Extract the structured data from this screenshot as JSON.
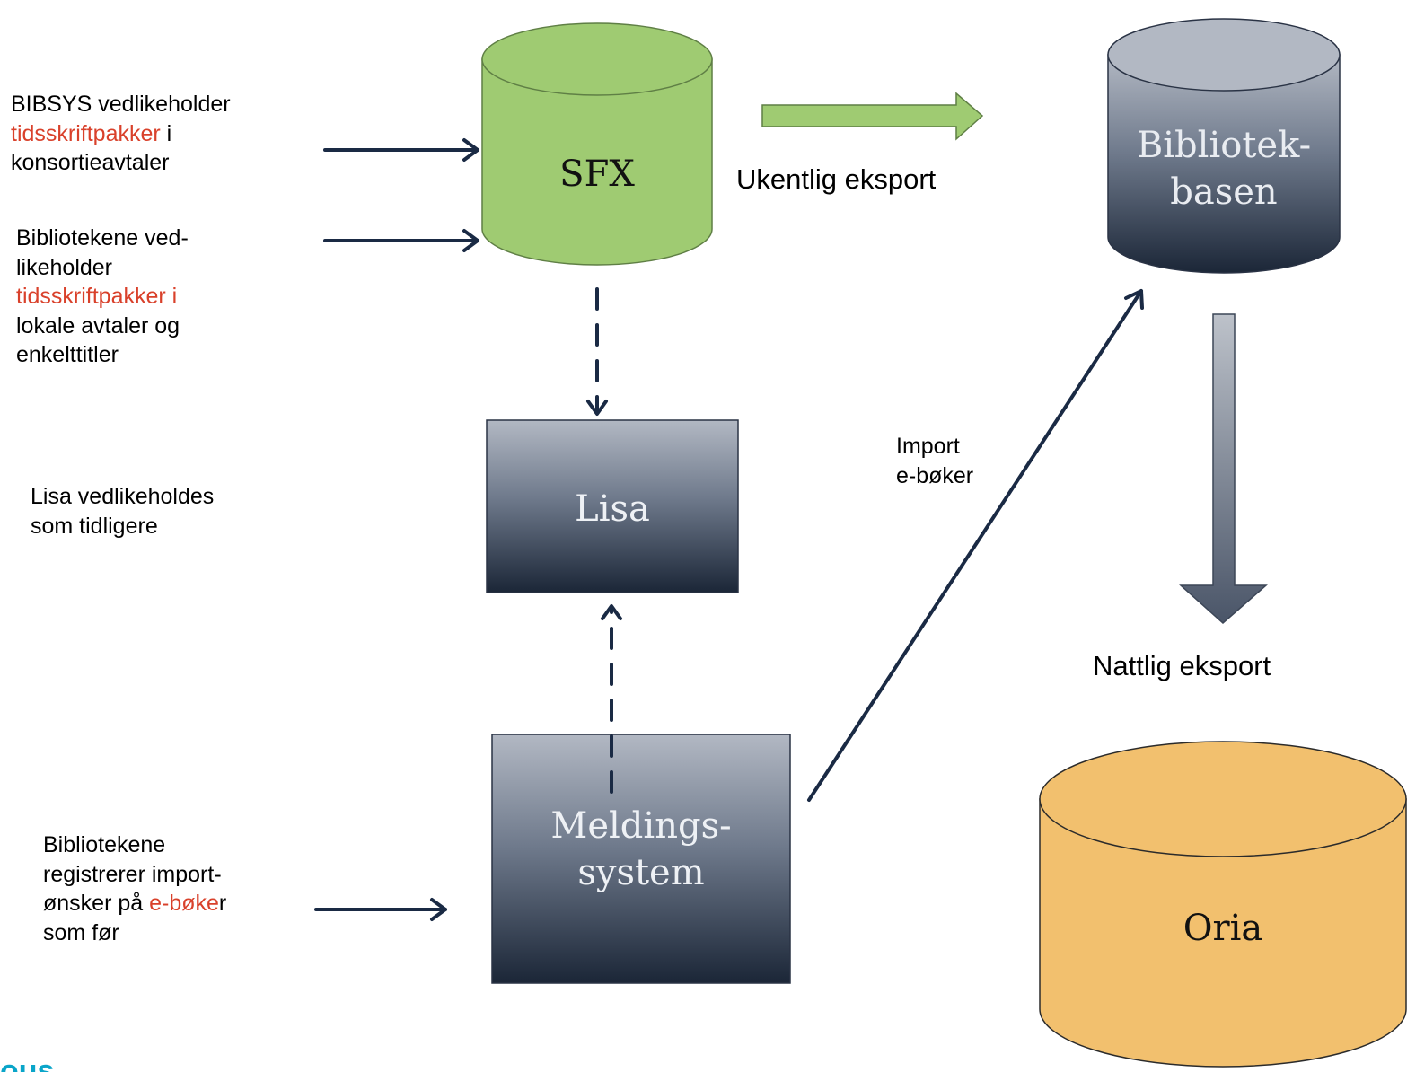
{
  "colors": {
    "arrow_dark": "#1a2a44",
    "highlight": "#d9412b",
    "sfx_fill": "#9fcb72",
    "oria_fill": "#f2c06e",
    "gray_top": "#b2b8c3",
    "gray_bottom": "#1b2637",
    "logo": "#0aa5c9"
  },
  "nodes": {
    "sfx": "SFX",
    "biblio_line1": "Bibliotek-",
    "biblio_line2": "basen",
    "lisa": "Lisa",
    "meld_line1": "Meldings-",
    "meld_line2": "system",
    "oria": "Oria"
  },
  "labels": {
    "bibsys_a": "BIBSYS vedlikeholder",
    "bibsys_hl": "tidsskriftpakker",
    "bibsys_b": " i",
    "bibsys_c": "konsortieavtaler",
    "lokal_a": "Bibliotekene ved-",
    "lokal_b": "likeholder",
    "lokal_hl": "tidsskriftpakker i",
    "lokal_c": "lokale avtaler og",
    "lokal_d": "enkelttitler",
    "lisa_a": "Lisa vedlikeholdes",
    "lisa_b": "som tidligere",
    "reg_a": "Bibliotekene",
    "reg_b": "registrerer import-",
    "reg_c1": "ønsker på ",
    "reg_hl": "e-bøke",
    "reg_c2": "r",
    "reg_d": "som før",
    "ukentlig": "Ukentlig eksport",
    "import_a": "Import",
    "import_b": "e-bøker",
    "nattlig": "Nattlig eksport"
  },
  "logo_fragment": "ous"
}
